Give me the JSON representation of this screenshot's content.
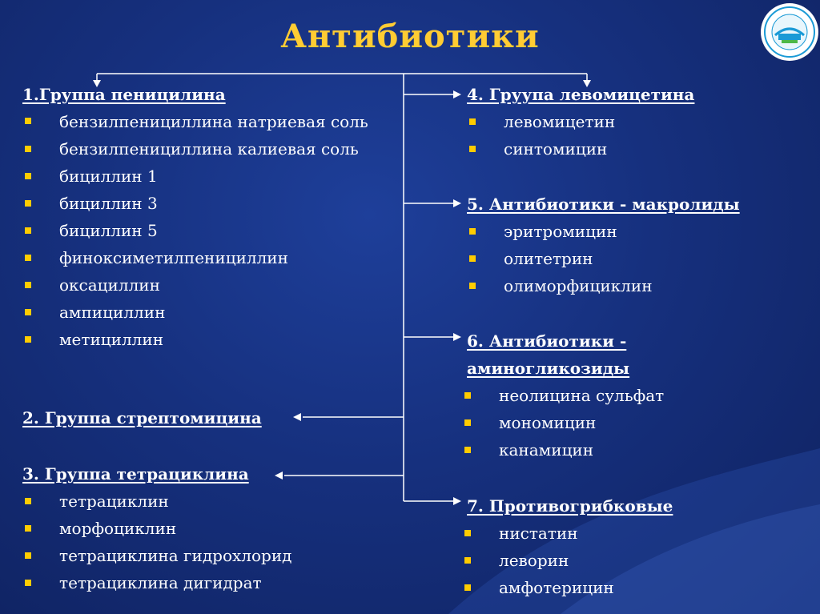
{
  "title": "Антибиотики",
  "colors": {
    "accent": "#ffcc33",
    "bullet": "#ffcc00",
    "text": "#ffffff",
    "background": "#16307e"
  },
  "logo": {
    "icon": "institution-seal-icon"
  },
  "groups": [
    {
      "heading": "1.Группа пеницилина",
      "items": [
        "бензилпенициллина натриевая соль",
        "бензилпенициллина калиевая соль",
        "бициллин 1",
        "бициллин 3",
        "бициллин 5",
        "финоксиметилпенициллин",
        "оксациллин",
        "ампициллин",
        "метициллин"
      ]
    },
    {
      "heading": "2. Группа стрептомицина",
      "items": []
    },
    {
      "heading": "3. Группа тетрациклина",
      "items": [
        "тетрациклин",
        "морфоциклин",
        "тетрациклина гидрохлорид",
        "тетрациклина дигидрат"
      ]
    },
    {
      "heading": "4. Груупа левомицетина",
      "items": [
        "левомицетин",
        "синтомицин"
      ]
    },
    {
      "heading": "5. Антибиотики - макролиды",
      "items": [
        "эритромицин",
        "олитетрин",
        "олиморфициклин"
      ]
    },
    {
      "heading_lines": [
        "6. Антибиотики -",
        "аминогликозиды"
      ],
      "items": [
        "неолицина сульфат",
        "мономицин",
        "канамицин"
      ]
    },
    {
      "heading": "7. Противогрибковые",
      "items": [
        "нистатин",
        "леворин",
        "амфотерицин"
      ]
    }
  ]
}
